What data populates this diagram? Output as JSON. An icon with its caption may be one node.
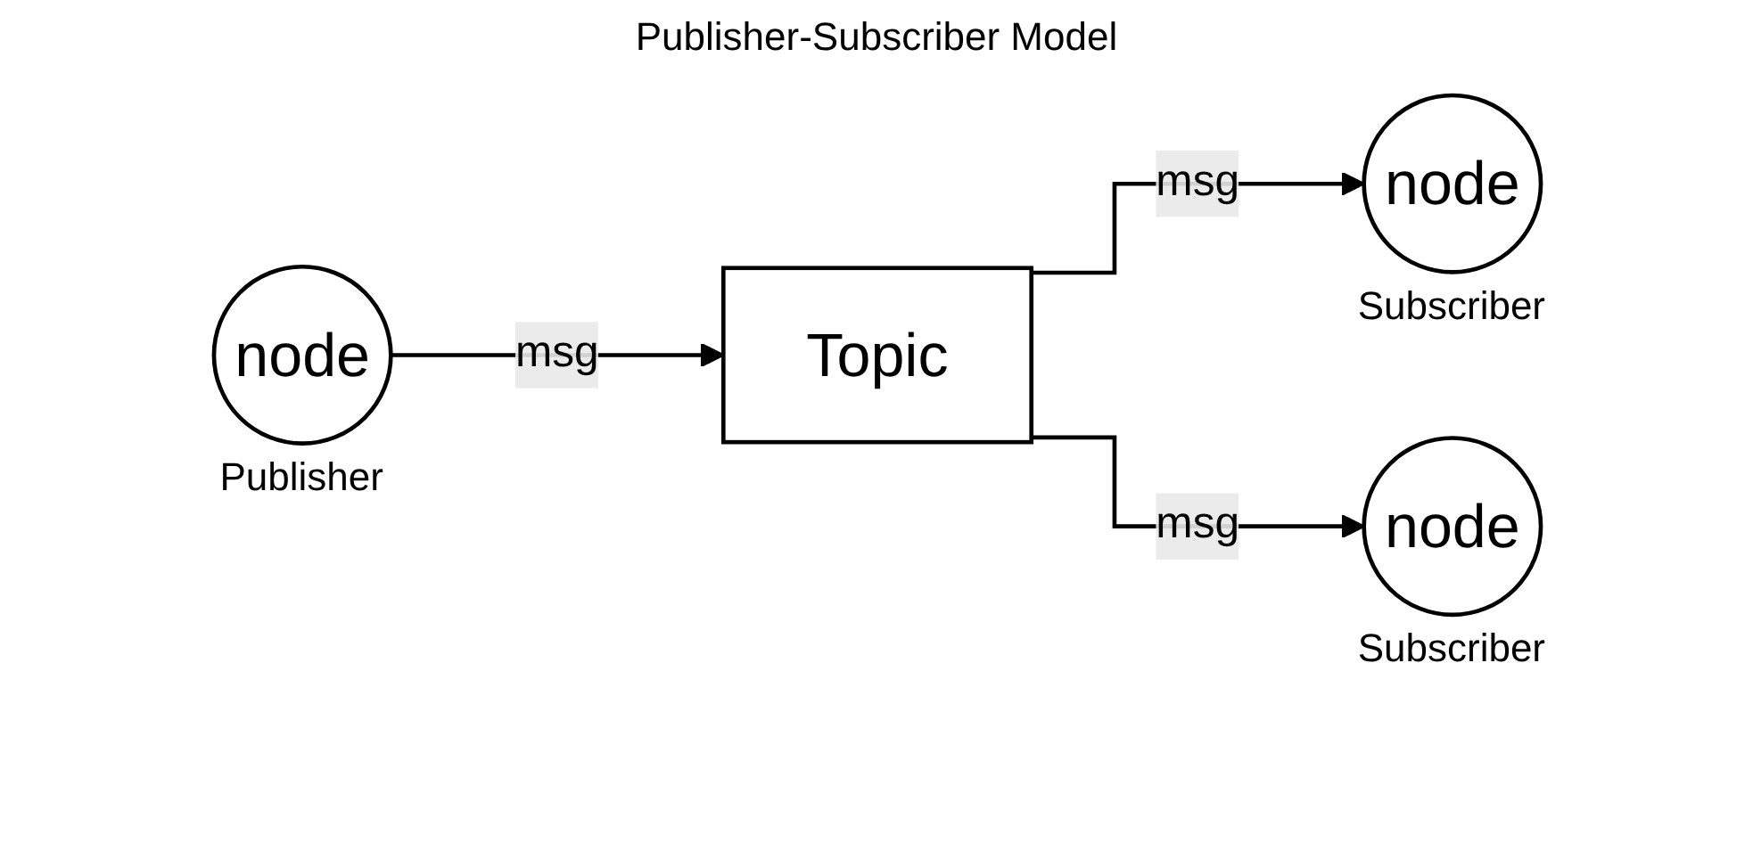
{
  "diagram": {
    "title": "Publisher-Subscriber Model",
    "nodes": [
      {
        "text": [
          "Topic"
        ]
      },
      {
        "text": [
          "node"
        ],
        "beside": [
          "Publisher"
        ]
      },
      {
        "text": [
          "node"
        ],
        "beside": [
          "Subscriber"
        ]
      },
      {
        "text": [
          "node"
        ],
        "beside": [
          "Subscriber"
        ]
      }
    ],
    "edges": [
      {
        "from": 1,
        "to": 0,
        "arrow": "to",
        "label": "msg"
      },
      {
        "from": 0,
        "to": 2,
        "arrow": "to",
        "label": "msg"
      },
      {
        "from": 0,
        "to": 3,
        "arrow": "to",
        "label": "msg"
      }
    ]
  }
}
